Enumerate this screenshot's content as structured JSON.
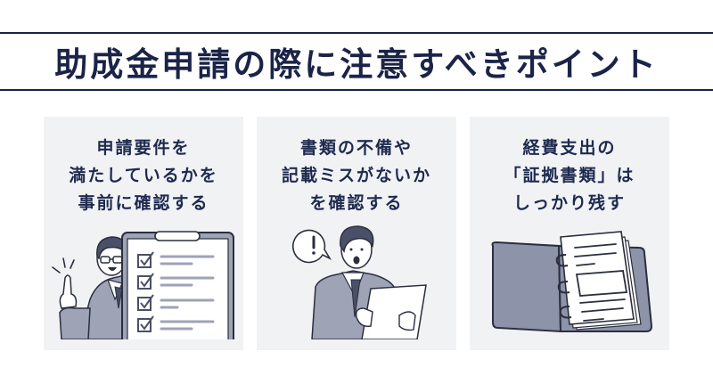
{
  "header": {
    "title": "助成金申請の際に注意すべきポイント"
  },
  "colors": {
    "navy": "#1b2447",
    "card_bg": "#f1f2f4",
    "illustration_gray": "#9ea3b6",
    "outline": "#2a2e3e"
  },
  "cards": [
    {
      "lines": [
        "申請要件を",
        "満たしているかを",
        "事前に確認する"
      ],
      "illustration": "businessman-pointing-with-checklist-clipboard"
    },
    {
      "lines": [
        "書類の不備や",
        "記載ミスがないか",
        "を確認する"
      ],
      "illustration": "surprised-businessman-reading-document"
    },
    {
      "lines": [
        "経費支出の",
        "「証拠書類」は",
        "しっかり残す"
      ],
      "illustration": "open-ring-binder-with-documents"
    }
  ]
}
